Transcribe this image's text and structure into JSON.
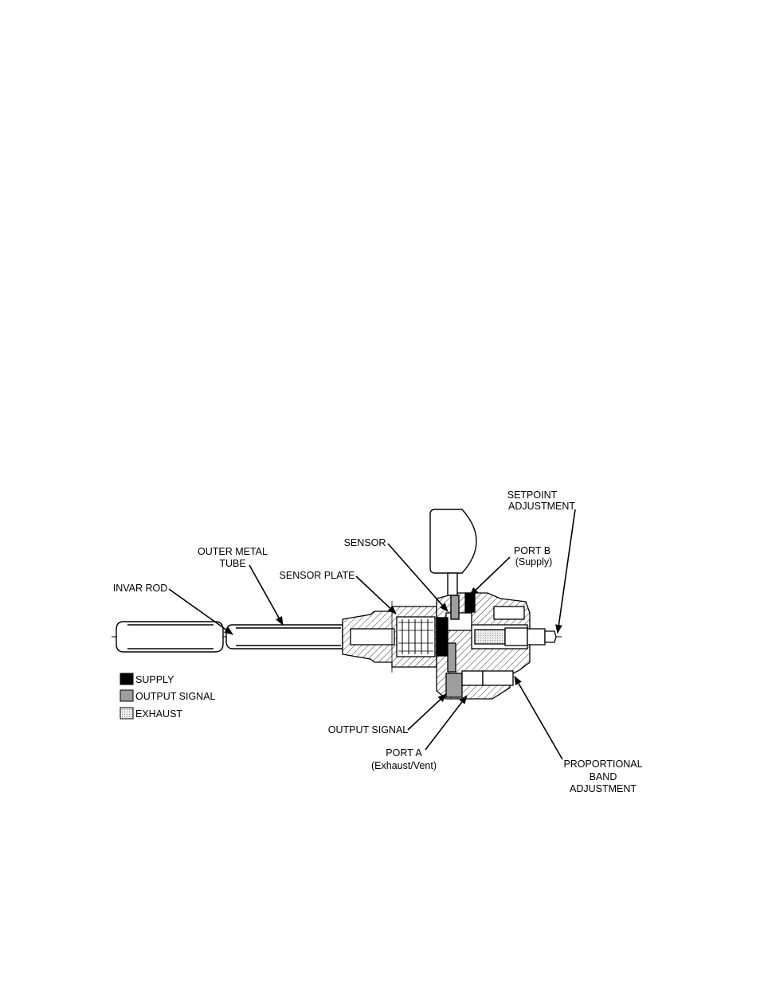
{
  "labels": {
    "setpoint_line1": "SETPOINT",
    "setpoint_line2": "ADJUSTMENT",
    "sensor": "SENSOR",
    "port_b_line1": "PORT B",
    "port_b_line2": "(Supply)",
    "outer_tube_line1": "OUTER METAL",
    "outer_tube_line2": "TUBE",
    "sensor_plate": "SENSOR PLATE",
    "invar_rod": "INVAR ROD",
    "output_signal": "OUTPUT SIGNAL",
    "port_a_line1": "PORT A",
    "port_a_line2": "(Exhaust/Vent)",
    "prop_band_line1": "PROPORTIONAL",
    "prop_band_line2": "BAND",
    "prop_band_line3": "ADJUSTMENT"
  },
  "legend": [
    {
      "label": "SUPPLY",
      "color": "#000000"
    },
    {
      "label": "OUTPUT SIGNAL",
      "color": "#9e9e9e"
    },
    {
      "label": "EXHAUST",
      "color": "#dedede"
    }
  ]
}
